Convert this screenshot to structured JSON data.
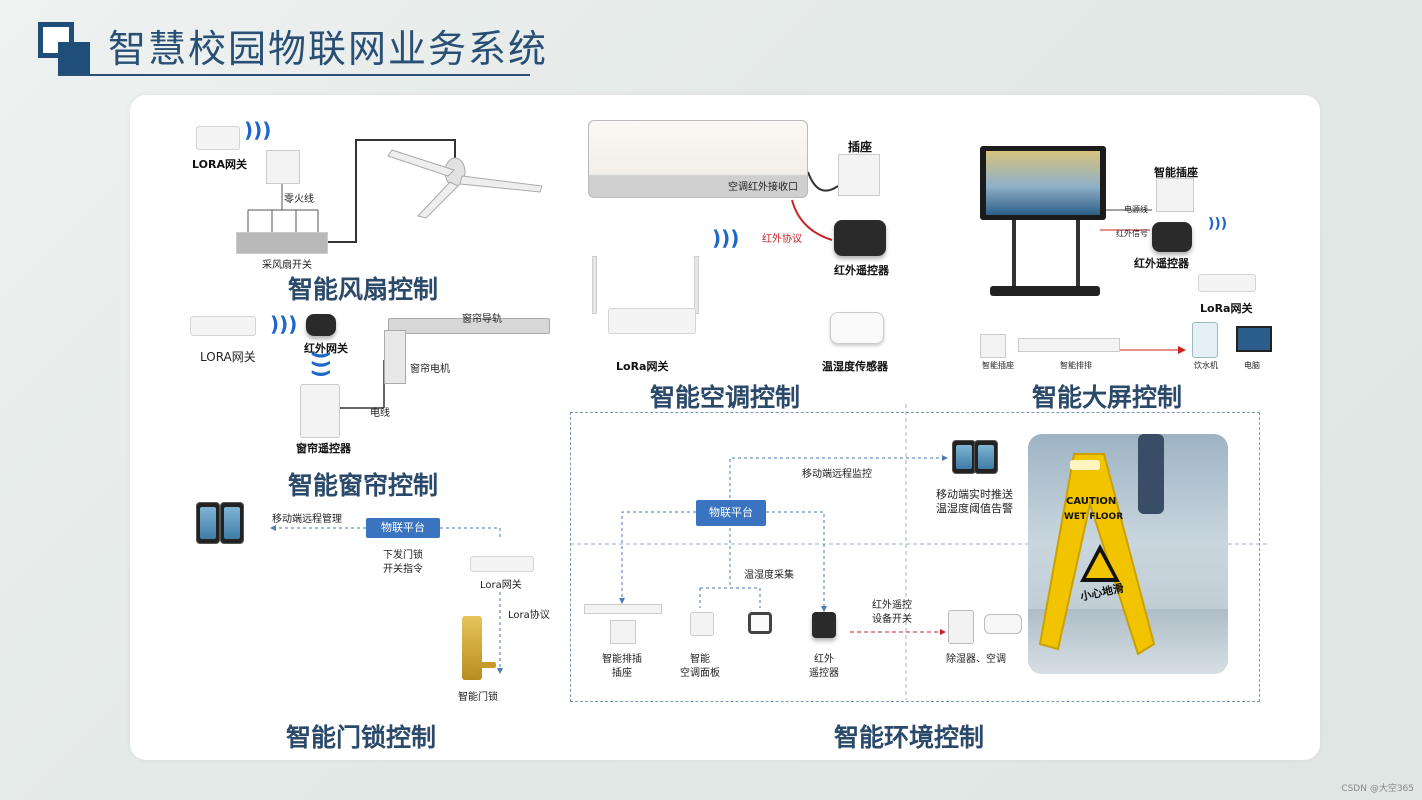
{
  "page": {
    "title": "智慧校园物联网业务系统",
    "watermark": "CSDN @大空365"
  },
  "fan": {
    "section_title": "智能风扇控制",
    "gateway_label": "LORA网关",
    "wire_label": "零火线",
    "switch_label": "采风扇开关"
  },
  "curtain": {
    "section_title": "智能窗帘控制",
    "gateway_label": "LORA网关",
    "ir_label": "红外网关",
    "track_label": "窗帘导轨",
    "motor_label": "窗帘电机",
    "power_label": "电线",
    "remote_label": "窗帘遥控器"
  },
  "ac": {
    "section_title": "智能空调控制",
    "unit_label": "空调红外接收口",
    "socket_label": "插座",
    "protocol_label": "红外协议",
    "ir_remote_label": "红外遥控器",
    "gateway_label": "LoRa网关",
    "sensor_label": "温湿度传感器"
  },
  "screen": {
    "section_title": "智能大屏控制",
    "socket_label": "智能插座",
    "power_line_label": "电源线",
    "ir_signal_label": "红外信号",
    "ir_remote_label": "红外遥控器",
    "gateway_label": "LoRa网关",
    "smart_socket_label": "智能插座",
    "strip_label": "智能排排",
    "dispenser_label": "饮水机",
    "computer_label": "电脑"
  },
  "door": {
    "section_title": "智能门锁控制",
    "platform_label": "物联平台",
    "mobile_label": "移动端远程管理",
    "command_line1": "下发门锁",
    "command_line2": "开关指令",
    "gateway_label": "Lora网关",
    "protocol_label": "Lora协议",
    "lock_label": "智能门锁"
  },
  "env": {
    "section_title": "智能环境控制",
    "platform_label": "物联平台",
    "monitor_label": "移动端远程监控",
    "push_line1": "移动端实时推送",
    "push_line2": "温湿度阈值告警",
    "collect_label": "温湿度采集",
    "strip_line1": "智能排插",
    "strip_line2": "插座",
    "panel_line1": "智能",
    "panel_line2": "空调面板",
    "ir_line1": "红外",
    "ir_line2": "遥控器",
    "control_line1": "红外遥控",
    "control_line2": "设备开关",
    "devices_label": "除湿器、空调",
    "sign_line1": "CAUTION",
    "sign_line2": "WET FLOOR",
    "sign_line3": "小心地滑"
  },
  "colors": {
    "title": "#2a4f74",
    "accent": "#3a74c0",
    "wifi": "#1e66c9",
    "warning": "#f2c400",
    "ir_line": "#cc2222"
  },
  "icons": [
    "wifi-icon",
    "router-icon",
    "ceiling-fan-icon",
    "air-conditioner-icon",
    "socket-icon",
    "ir-remote-icon",
    "sensor-icon",
    "smart-screen-icon",
    "phone-icon",
    "door-lock-icon",
    "warning-sign-icon"
  ]
}
